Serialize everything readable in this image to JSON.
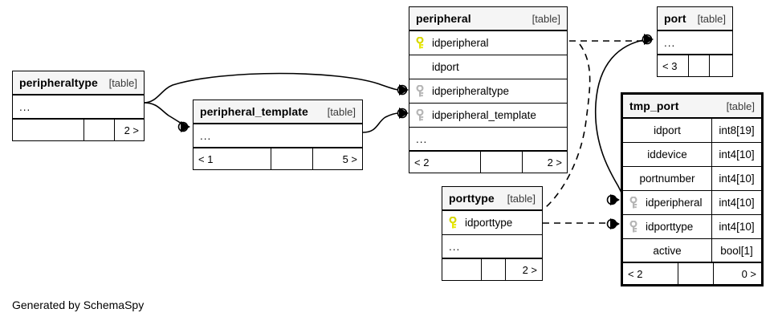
{
  "diagram": {
    "credit": "Generated by SchemaSpy",
    "table_tag": "[table]",
    "ellipsis": "...",
    "colors": {
      "primary_key": "#e8e800",
      "foreign_key": "#b5b5b5",
      "header_bg": "#f5f5f5",
      "border": "#000000",
      "background": "#ffffff"
    }
  },
  "tables": [
    {
      "id": "peripheraltype",
      "name": "peripheraltype",
      "tag": "[table]",
      "focal": false,
      "rows": [
        {
          "label": "...",
          "key": "none",
          "type": "",
          "ellipsis": true
        }
      ],
      "footer": {
        "left": "",
        "mid": "",
        "right": "2 >"
      }
    },
    {
      "id": "peripheral_template",
      "name": "peripheral_template",
      "tag": "[table]",
      "focal": false,
      "rows": [
        {
          "label": "...",
          "key": "none",
          "type": "",
          "ellipsis": true
        }
      ],
      "footer": {
        "left": "< 1",
        "mid": "",
        "right": "5 >"
      }
    },
    {
      "id": "peripheral",
      "name": "peripheral",
      "tag": "[table]",
      "focal": false,
      "rows": [
        {
          "label": "idperipheral",
          "key": "primary",
          "type": ""
        },
        {
          "label": "idport",
          "key": "none",
          "type": ""
        },
        {
          "label": "idperipheraltype",
          "key": "foreign",
          "type": ""
        },
        {
          "label": "idperipheral_template",
          "key": "foreign",
          "type": ""
        },
        {
          "label": "...",
          "key": "none",
          "type": "",
          "ellipsis": true
        }
      ],
      "footer": {
        "left": "< 2",
        "mid": "",
        "right": "2 >"
      }
    },
    {
      "id": "port",
      "name": "port",
      "tag": "[table]",
      "focal": false,
      "rows": [
        {
          "label": "...",
          "key": "none",
          "type": "",
          "ellipsis": true
        }
      ],
      "footer": {
        "left": "< 3",
        "mid": "",
        "right": ""
      }
    },
    {
      "id": "porttype",
      "name": "porttype",
      "tag": "[table]",
      "focal": false,
      "rows": [
        {
          "label": "idporttype",
          "key": "primary",
          "type": ""
        },
        {
          "label": "...",
          "key": "none",
          "type": "",
          "ellipsis": true
        }
      ],
      "footer": {
        "left": "",
        "mid": "",
        "right": "2 >"
      }
    },
    {
      "id": "tmp_port",
      "name": "tmp_port",
      "tag": "[table]",
      "focal": true,
      "rows": [
        {
          "label": "idport",
          "key": "none",
          "type": "int8[19]"
        },
        {
          "label": "iddevice",
          "key": "none",
          "type": "int4[10]"
        },
        {
          "label": "portnumber",
          "key": "none",
          "type": "int4[10]"
        },
        {
          "label": "idperipheral",
          "key": "foreign",
          "type": "int4[10]"
        },
        {
          "label": "idporttype",
          "key": "foreign",
          "type": "int4[10]"
        },
        {
          "label": "active",
          "key": "none",
          "type": "bool[1]"
        }
      ],
      "footer": {
        "left": "< 2",
        "mid": "",
        "right": "0 >"
      }
    }
  ],
  "relationships": [
    {
      "id": "rel-peripheraltype-peripheral",
      "from": "peripheraltype",
      "to": "peripheral.idperipheraltype",
      "style": "solid"
    },
    {
      "id": "rel-peripheraltype-peripheral_template",
      "from": "peripheraltype",
      "to": "peripheral_template",
      "style": "solid"
    },
    {
      "id": "rel-peripheral_template-peripheral",
      "from": "peripheral_template",
      "to": "peripheral.idperipheral_template",
      "style": "solid"
    },
    {
      "id": "rel-peripheral-port",
      "from": "peripheral.idperipheral",
      "to": "port",
      "style": "dashed"
    },
    {
      "id": "rel-port-tmp_port",
      "from": "port",
      "to": "tmp_port.idperipheral",
      "style": "solid"
    },
    {
      "id": "rel-peripheral-tmp_port",
      "from": "peripheral",
      "to": "tmp_port.idporttype",
      "style": "dashed"
    },
    {
      "id": "rel-porttype-tmp_port",
      "from": "porttype.idporttype",
      "to": "tmp_port.idporttype",
      "style": "dashed"
    }
  ]
}
